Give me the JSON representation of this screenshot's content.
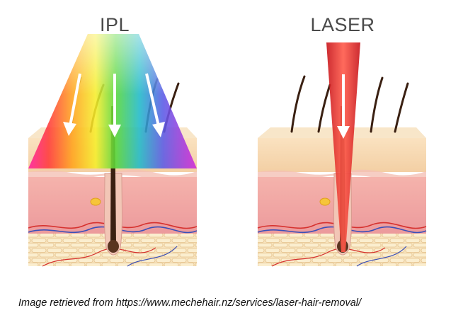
{
  "figure": {
    "ipl_title": "IPL",
    "laser_title": "LASER",
    "caption": "Image retrieved from https://www.mechehair.nz/services/laser-hair-removal/"
  },
  "colors": {
    "epidermis_top": "#f6d9b4",
    "dermis": "#f0a4a4",
    "fat_layer": "#f5deb5",
    "hair": "#3a2012",
    "laser_beam": "#d7191e",
    "arrow": "#ffffff"
  }
}
